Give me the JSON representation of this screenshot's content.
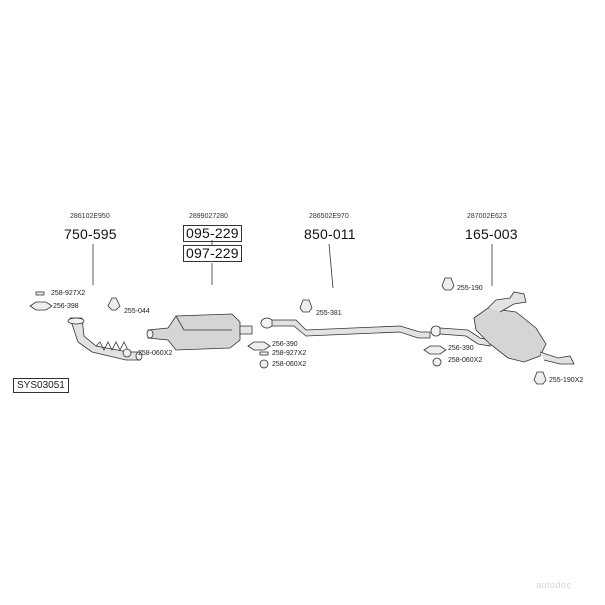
{
  "system_code": "SYS03051",
  "watermark": "autodoc",
  "assemblies": [
    {
      "oem": "286102E950",
      "parts": [
        "750-595"
      ]
    },
    {
      "oem": "2899027280",
      "parts": [
        "095-229",
        "097-229"
      ]
    },
    {
      "oem": "286502E970",
      "parts": [
        "850-011"
      ]
    },
    {
      "oem": "287002E623",
      "parts": [
        "165-003"
      ]
    }
  ],
  "hardware": {
    "a": "258-927X2",
    "b": "256-398",
    "c": "255-044",
    "d": "258-060X2",
    "e": "256-390",
    "f": "258-927X2",
    "g": "258-060X2",
    "h": "255-381",
    "i": "255-190",
    "j": "256-390",
    "k": "258-060X2",
    "l": "255-190X2"
  },
  "colors": {
    "ink": "#333333",
    "part_fill": "#d9d9d9",
    "box_border": "#333333"
  }
}
